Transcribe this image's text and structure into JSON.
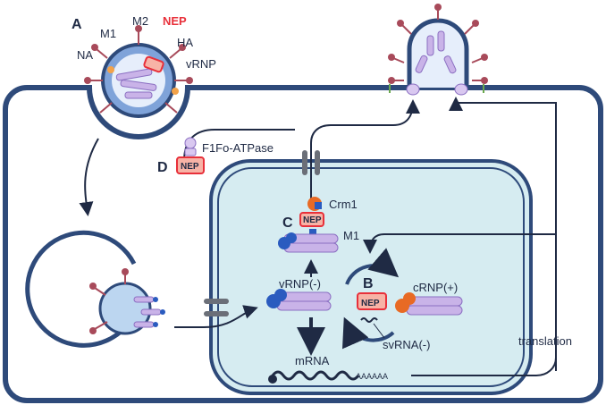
{
  "labels": {
    "panel_a": "A",
    "panel_b": "B",
    "panel_c": "C",
    "panel_d": "D",
    "na": "NA",
    "m1_virion": "M1",
    "m2": "M2",
    "nep_virion": "NEP",
    "ha": "HA",
    "vrnp": "vRNP",
    "f1fo": "F1Fo-ATPase",
    "nep_d": "NEP",
    "crm1": "Crm1",
    "nep_c": "NEP",
    "m1_nucleus": "M1",
    "vrnp_minus": "vRNP(-)",
    "nep_b": "NEP",
    "crnp_plus": "cRNP(+)",
    "svrna": "svRNA(-)",
    "mrna": "mRNA",
    "polya": "AAAAAA",
    "translation": "translation"
  },
  "colors": {
    "cell_border": "#2e4a7a",
    "nucleus_fill": "#d6ecf1",
    "nep_red": "#e8303a",
    "nep_fill": "#f7b3a6",
    "vrnp_purple": "#c9b3e8",
    "polymerase_blue": "#2a5bbf",
    "crnp_orange": "#e86a24",
    "spike_maroon": "#a84a5a",
    "na_orange": "#f2a24a"
  }
}
